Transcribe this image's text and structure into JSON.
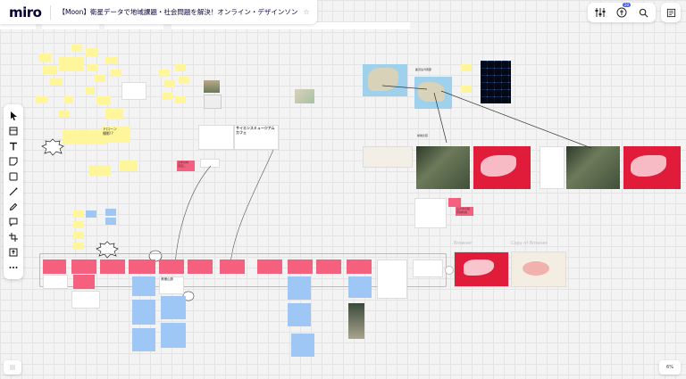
{
  "app": {
    "logo": "miro",
    "board_title": "【Moon】衛星データで地域課題・社会問題を解決！オンライン・デザインソン",
    "star": "☆"
  },
  "toolbar": {
    "tools": [
      "select-icon",
      "frame-icon",
      "text-icon",
      "sticky-note-icon",
      "shape-icon",
      "pen-line-icon",
      "pencil-icon",
      "comment-icon",
      "crop-frame-icon",
      "upload-icon",
      "more-icon"
    ]
  },
  "top_right": {
    "notifications_count": "20"
  },
  "board": {
    "captions": {
      "browser": "Browser",
      "copy_of_browser": "Copy of Browser"
    },
    "section_labels": {
      "before_after": "前後比較",
      "mid_left": "ドローン\n撮影!?",
      "center_label": "ぶ木の材\n見直し",
      "tag_card_title": "サイエンスミュージアム\nカフェ",
      "reef": "山の木の製\n有効利用",
      "mountain": "美鐘山脈"
    }
  },
  "footer": {
    "zoom": "6%"
  }
}
